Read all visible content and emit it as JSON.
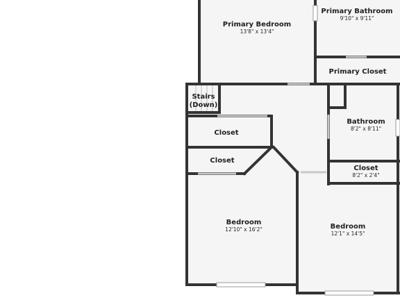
{
  "floorplan": {
    "rooms": [
      {
        "id": "primary-bedroom",
        "name": "Primary Bedroom",
        "dims": "13'8\" x 13'4\""
      },
      {
        "id": "primary-bathroom",
        "name": "Primary Bathroom",
        "dims": "9'10\" x 9'11\""
      },
      {
        "id": "primary-closet",
        "name": "Primary Closet",
        "dims": ""
      },
      {
        "id": "stairs",
        "name": "Stairs",
        "name2": "(Down)",
        "dims": ""
      },
      {
        "id": "bathroom",
        "name": "Bathroom",
        "dims": "8'2\" x 8'11\""
      },
      {
        "id": "closet-upper",
        "name": "Closet",
        "dims": ""
      },
      {
        "id": "closet-lower",
        "name": "Closet",
        "dims": ""
      },
      {
        "id": "closet-right",
        "name": "Closet",
        "dims": "8'2\" x 2'4\""
      },
      {
        "id": "bedroom-left",
        "name": "Bedroom",
        "dims": "12'10\" x 16'2\""
      },
      {
        "id": "bedroom-right",
        "name": "Bedroom",
        "dims": "12'1\" x 14'5\""
      }
    ]
  },
  "colors": {
    "wall": "#333333",
    "floor": "#f5f5f5",
    "window": "#ffffff",
    "text": "#1f1f1f"
  }
}
